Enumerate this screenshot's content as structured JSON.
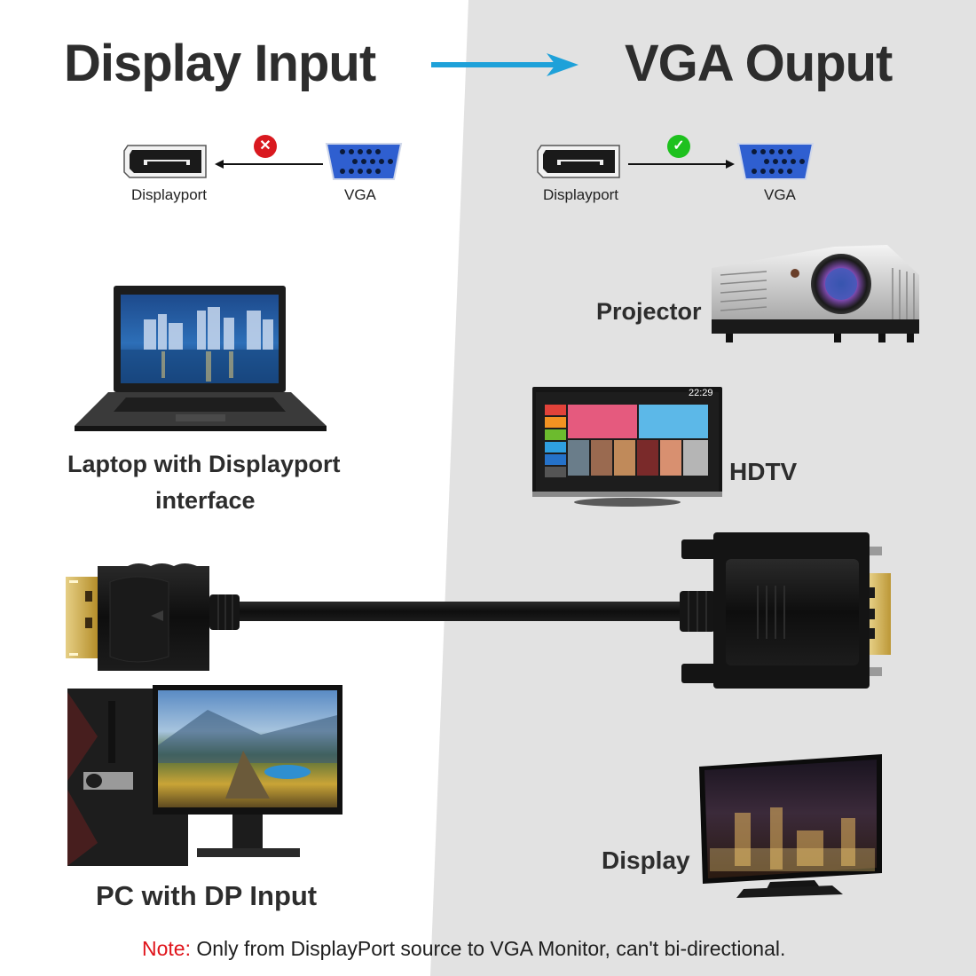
{
  "header": {
    "left_title": "Display Input",
    "right_title": "VGA Ouput",
    "arrow_color": "#1ea1d9"
  },
  "flows": {
    "left": {
      "source_label": "Displayport",
      "target_label": "VGA",
      "direction": "VGA-to-Displayport",
      "status": "not-supported",
      "status_icon": "cross-icon",
      "status_symbol": "✕",
      "status_color": "#d9191f"
    },
    "right": {
      "source_label": "Displayport",
      "target_label": "VGA",
      "direction": "Displayport-to-VGA",
      "status": "supported",
      "status_icon": "check-icon",
      "status_symbol": "✓",
      "status_color": "#1ec11e"
    }
  },
  "devices": {
    "inputs": [
      {
        "label_line1": "Laptop with Displayport",
        "label_line2": "interface",
        "icon": "laptop-icon"
      },
      {
        "label": "PC with DP Input",
        "icon": "desktop-pc-icon"
      }
    ],
    "outputs": [
      {
        "label": "Projector",
        "icon": "projector-icon"
      },
      {
        "label": "HDTV",
        "icon": "hdtv-icon",
        "screen_time": "22:29"
      },
      {
        "label": "Display",
        "icon": "monitor-icon"
      }
    ]
  },
  "cable": {
    "left_connector": "DisplayPort male",
    "right_connector": "VGA male"
  },
  "note": {
    "prefix": "Note:",
    "text": " Only from DisplayPort source to VGA Monitor, can't bi-directional.",
    "prefix_color": "#e0141b"
  },
  "colors": {
    "left_bg": "#ffffff",
    "right_bg": "#e2e2e2",
    "vga_blue": "#2f5fd0",
    "gold": "#c9a43c"
  }
}
